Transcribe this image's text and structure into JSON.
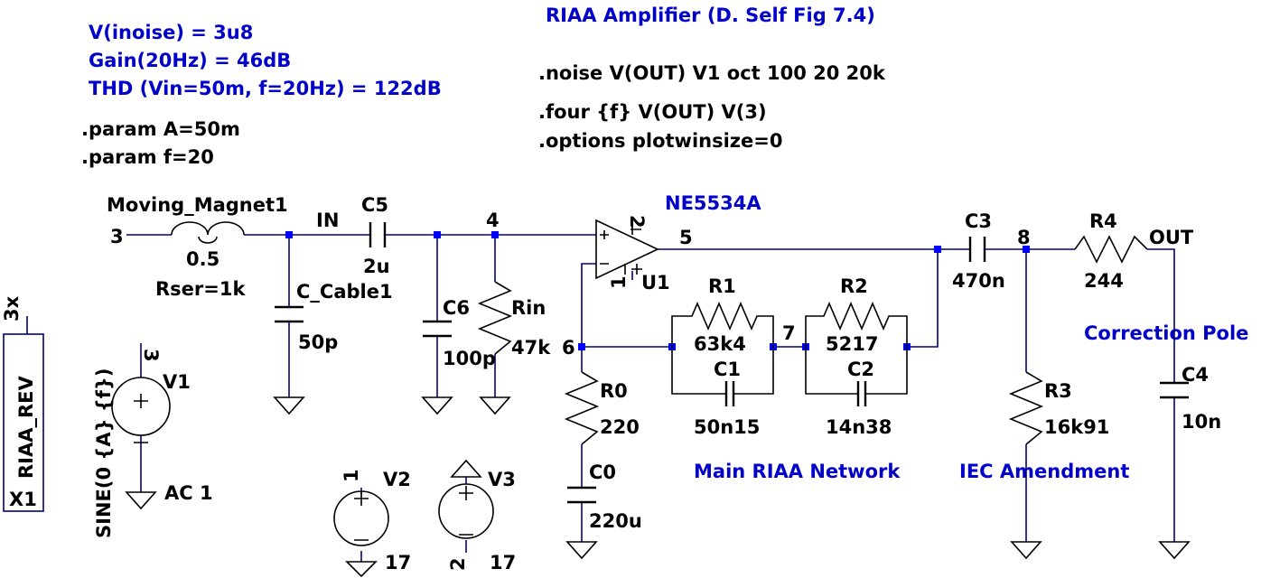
{
  "colors": {
    "wire": "#000080",
    "component": "#000000",
    "directive": "#0000c8",
    "junction": "#0000ff",
    "background": "#ffffff"
  },
  "annotations": {
    "title": "RIAA Amplifier (D. Self Fig 7.4)",
    "inoise": "V(inoise) = 3u8",
    "gain": "Gain(20Hz) = 46dB",
    "thd": "THD (Vin=50m, f=20Hz) = 122dB",
    "main_network": "Main RIAA Network",
    "iec": "IEC Amendment",
    "correction_pole": "Correction Pole"
  },
  "directives": {
    "noise": ".noise V(OUT) V1 oct 100 20 20k",
    "four": ".four {f} V(OUT) V(3)",
    "options": ".options plotwinsize=0",
    "param_a": ".param A=50m",
    "param_f": ".param f=20"
  },
  "nodes": {
    "n3": "3",
    "in": "IN",
    "n4": "4",
    "n5": "5",
    "n6": "6",
    "n7": "7",
    "n8": "8",
    "out": "OUT"
  },
  "components": {
    "cartridge": {
      "name": "Moving_Magnet1",
      "value": "0.5",
      "rser": "Rser=1k"
    },
    "c5": {
      "name": "C5",
      "value": "2u"
    },
    "c_cable": {
      "name": "C_Cable1",
      "value": "50p"
    },
    "c6": {
      "name": "C6",
      "value": "100p"
    },
    "rin": {
      "name": "Rin",
      "value": "47k"
    },
    "opamp": {
      "name": "U1",
      "model": "NE5534A",
      "pin_top": "2",
      "pin_bottom": "1"
    },
    "r1": {
      "name": "R1",
      "value": "63k4"
    },
    "c1": {
      "name": "C1",
      "value": "50n15"
    },
    "r2": {
      "name": "R2",
      "value": "5217"
    },
    "c2": {
      "name": "C2",
      "value": "14n38"
    },
    "r0": {
      "name": "R0",
      "value": "220"
    },
    "c0": {
      "name": "C0",
      "value": "220u"
    },
    "c3": {
      "name": "C3",
      "value": "470n"
    },
    "r4": {
      "name": "R4",
      "value": "244"
    },
    "r3": {
      "name": "R3",
      "value": "16k91"
    },
    "c4": {
      "name": "C4",
      "value": "10n"
    },
    "v1": {
      "name": "V1",
      "value": "SINE(0 {A} {f})",
      "ac": "AC 1",
      "pin": "3"
    },
    "v2": {
      "name": "V2",
      "value": "17",
      "pin": "1"
    },
    "v3": {
      "name": "V3",
      "value": "17",
      "pin": "2"
    },
    "x1": {
      "name": "X1",
      "model": "RIAA_REV",
      "pin": "3x"
    }
  }
}
